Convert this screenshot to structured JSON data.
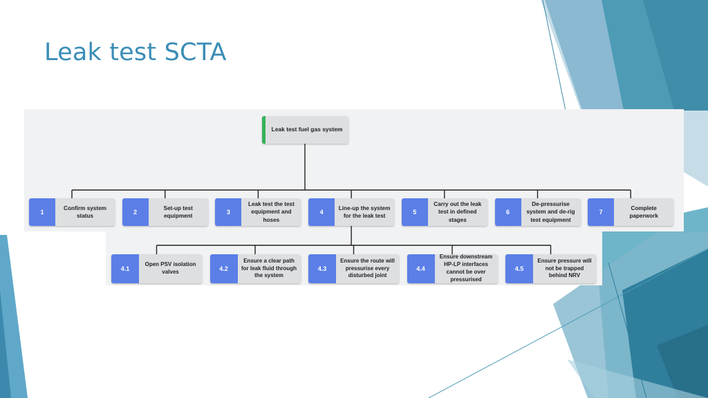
{
  "slide": {
    "title": "Leak test SCTA"
  },
  "diagram": {
    "root": {
      "label": "Leak test fuel gas system",
      "accent_color": "#33b35a"
    },
    "steps": [
      {
        "num": "1",
        "label": "Confirm system status"
      },
      {
        "num": "2",
        "label": "Set-up test equipment"
      },
      {
        "num": "3",
        "label": "Leak test the test equipment and hoses"
      },
      {
        "num": "4",
        "label": "Line-up the system for the leak test"
      },
      {
        "num": "5",
        "label": "Carry out the leak test in defined stages"
      },
      {
        "num": "6",
        "label": "De-pressurise system and de-rig test equipment"
      },
      {
        "num": "7",
        "label": "Complete paperwork"
      }
    ],
    "substeps": [
      {
        "num": "4.1",
        "label": "Open PSV isolation valves"
      },
      {
        "num": "4.2",
        "label": "Ensure a clear path for leak fluid through the system"
      },
      {
        "num": "4.3",
        "label": "Ensure the route will pressurise every disturbed joint"
      },
      {
        "num": "4.4",
        "label": "Ensure downstream HP-LP interfaces cannot be over pressurised"
      },
      {
        "num": "4.5",
        "label": "Ensure pressure will not be trapped behind NRV"
      }
    ],
    "number_color": "#5b7fe6",
    "box_color": "#dedfe1"
  }
}
